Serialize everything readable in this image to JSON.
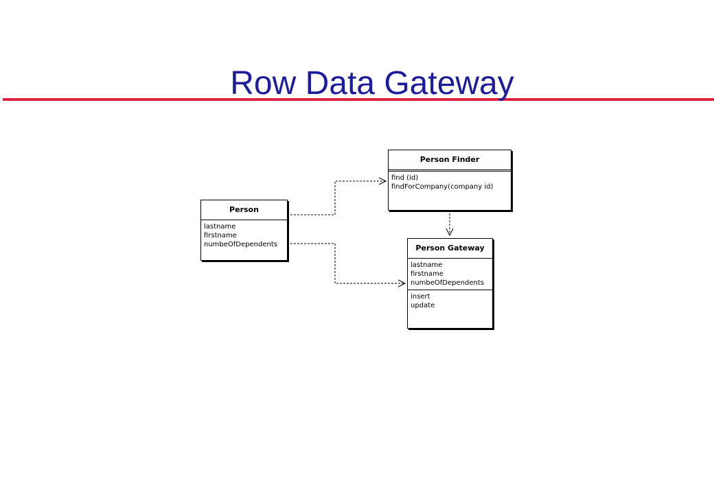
{
  "slide": {
    "title": "Row Data Gateway",
    "title_color": "#1c1c9e",
    "rule_color": "#e0203c"
  },
  "diagram": {
    "person": {
      "name": "Person",
      "attributes": [
        "lastname",
        "firstname",
        "numbeOfDependents"
      ]
    },
    "person_finder": {
      "name": "Person Finder",
      "operations": [
        "find (id)",
        "findForCompany(company id)"
      ]
    },
    "person_gateway": {
      "name": "Person Gateway",
      "attributes": [
        "lastname",
        "firstname",
        "numbeOfDependents"
      ],
      "operations": [
        "insert",
        "update"
      ]
    },
    "dependencies": [
      {
        "from": "Person",
        "to": "Person Finder"
      },
      {
        "from": "Person",
        "to": "Person Gateway"
      },
      {
        "from": "Person Finder",
        "to": "Person Gateway"
      }
    ]
  }
}
